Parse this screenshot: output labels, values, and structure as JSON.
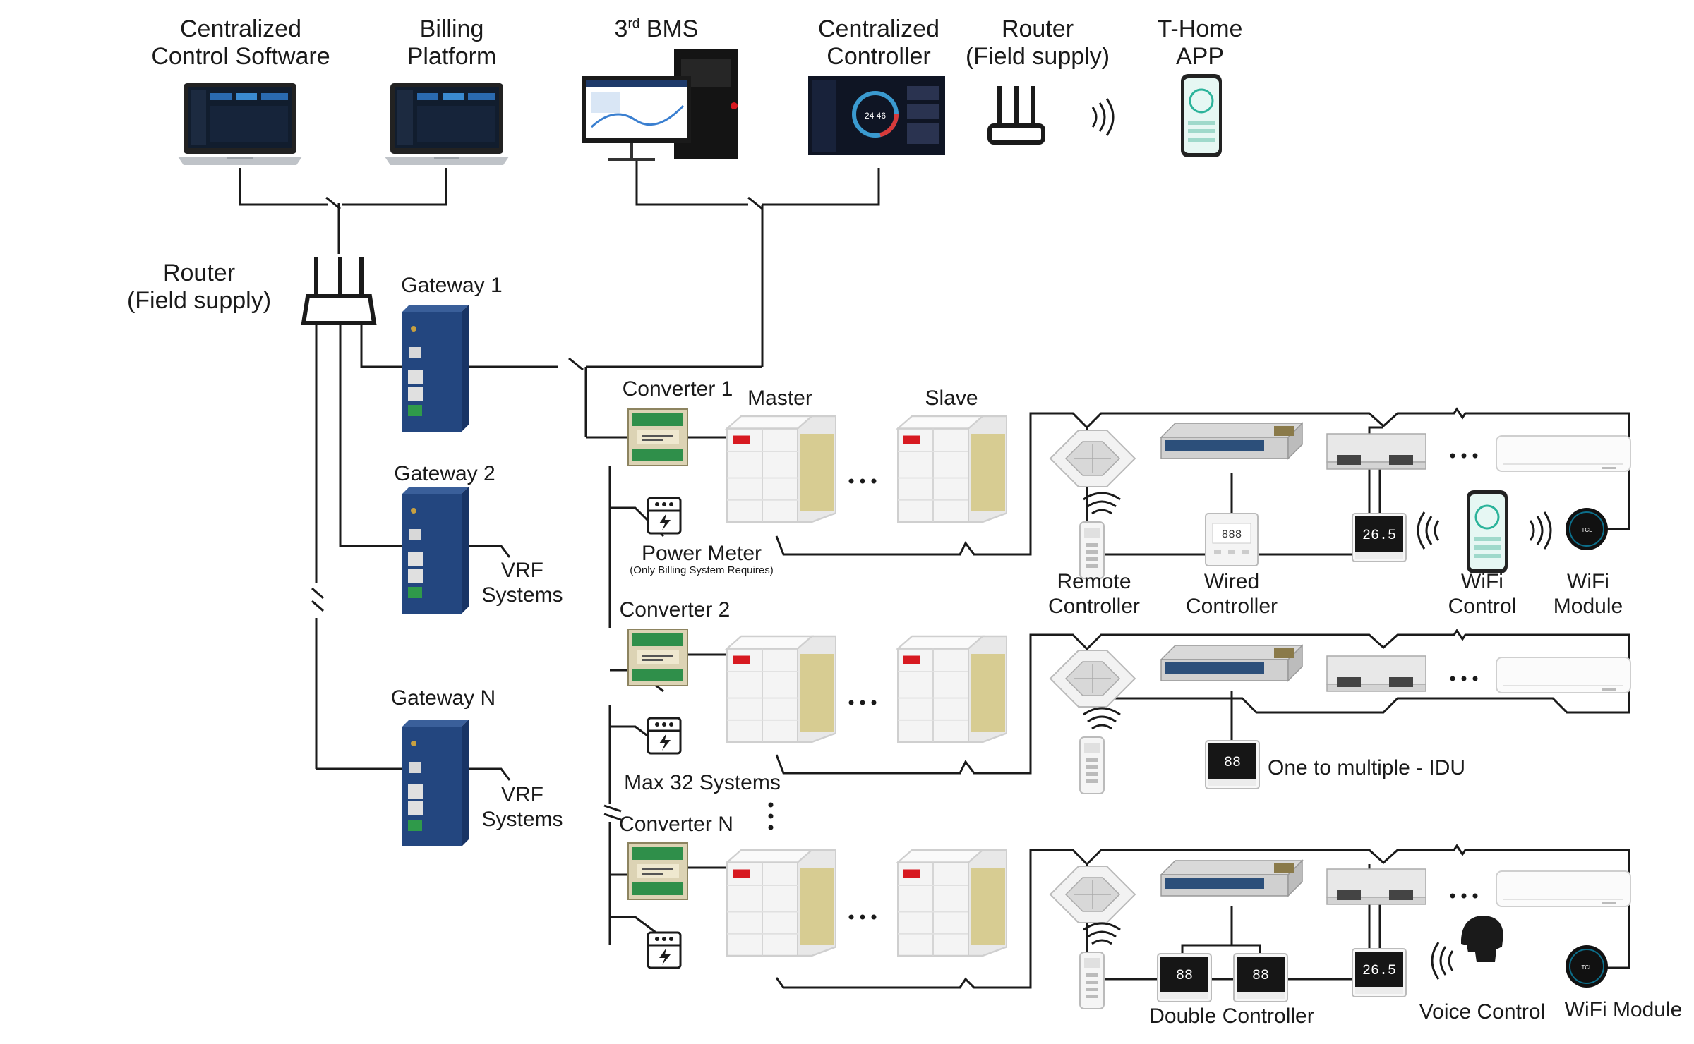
{
  "top": {
    "ccs": [
      "Centralized",
      "Control Software"
    ],
    "billing": [
      "Billing",
      "Platform"
    ],
    "bms_sup": "rd",
    "bms_prefix": "3",
    "bms_suffix": " BMS",
    "cc": [
      "Centralized",
      "Controller"
    ],
    "router": [
      "Router",
      "(Field supply)"
    ],
    "thome": [
      "T-Home",
      "APP"
    ]
  },
  "left": {
    "router": [
      "Router",
      "(Field supply)"
    ],
    "gateway1": "Gateway 1",
    "gateway2": "Gateway 2",
    "gatewayN": "Gateway N",
    "vrf": [
      "VRF",
      "Systems"
    ]
  },
  "mid": {
    "converter1": "Converter 1",
    "converter2": "Converter 2",
    "converterN": "Converter N",
    "master": "Master",
    "slave": "Slave",
    "power_meter": "Power Meter",
    "power_meter_note": "(Only Billing System Requires)",
    "max32": "Max 32 Systems"
  },
  "right": {
    "remote": [
      "Remote",
      "Controller"
    ],
    "wired": [
      "Wired",
      "Controller"
    ],
    "wifi_control": [
      "WiFi",
      "Control"
    ],
    "wifi_module": [
      "WiFi",
      "Module"
    ],
    "one_to_multi": "One to multiple - IDU",
    "double": "Double Controller",
    "voice": "Voice Control",
    "wifi_module_n": "WiFi Module"
  },
  "display": {
    "temp": "26.5",
    "set": "88"
  },
  "colors": {
    "line": "#1a1a1a",
    "gateway": "#23467f",
    "tcl_red": "#d71920"
  }
}
